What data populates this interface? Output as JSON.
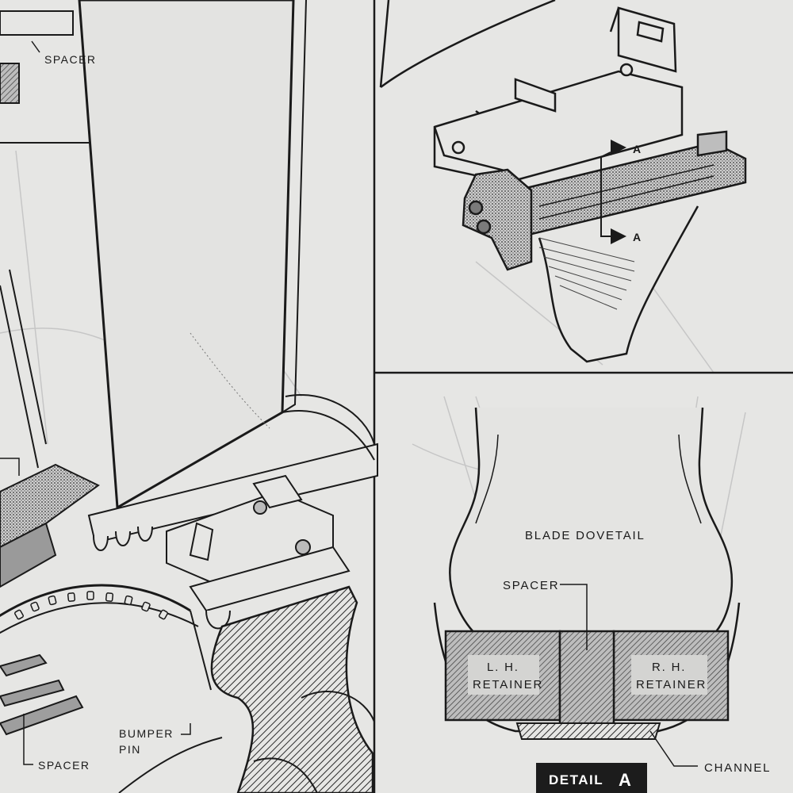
{
  "left_panel": {
    "labels": {
      "spacer_top": "SPACER",
      "spacer_bottom": "SPACER",
      "bumper_pin_line1": "BUMPER",
      "bumper_pin_line2": "PIN"
    }
  },
  "upper_right_panel": {
    "section_marker": "A"
  },
  "detail_panel": {
    "blade_dovetail": "BLADE DOVETAIL",
    "spacer": "SPACER",
    "lh_retainer_line1": "L. H.",
    "lh_retainer_line2": "RETAINER",
    "rh_retainer_line1": "R. H.",
    "rh_retainer_line2": "RETAINER",
    "channel": "CHANNEL",
    "detail_word": "DETAIL",
    "detail_letter": "A"
  },
  "colors": {
    "paper": "#e6e6e4",
    "ink": "#1a1a1a",
    "ghost": "#c9c9c9",
    "badge": "#1c1c1c"
  }
}
